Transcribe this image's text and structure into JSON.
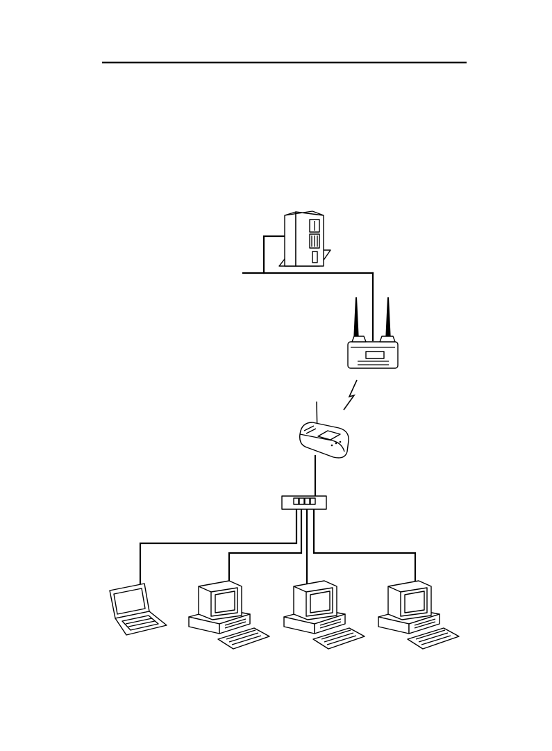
{
  "diagram": {
    "nodes": [
      {
        "id": "server",
        "icon": "tower-server-icon"
      },
      {
        "id": "access-point",
        "icon": "dual-antenna-access-point-icon"
      },
      {
        "id": "wireless-bridge",
        "icon": "single-antenna-wireless-bridge-icon"
      },
      {
        "id": "hub",
        "icon": "four-port-hub-icon",
        "ports": 4
      },
      {
        "id": "laptop",
        "icon": "laptop-icon"
      },
      {
        "id": "desktop-1",
        "icon": "desktop-computer-icon"
      },
      {
        "id": "desktop-2",
        "icon": "desktop-computer-icon"
      },
      {
        "id": "desktop-3",
        "icon": "desktop-computer-icon"
      }
    ],
    "links": [
      {
        "from": "server",
        "to": "wired-backbone",
        "type": "wired"
      },
      {
        "from": "wired-backbone",
        "to": "access-point",
        "type": "wired"
      },
      {
        "from": "access-point",
        "to": "wireless-bridge",
        "type": "wireless"
      },
      {
        "from": "wireless-bridge",
        "to": "hub",
        "type": "wired"
      },
      {
        "from": "hub",
        "to": "laptop",
        "type": "wired"
      },
      {
        "from": "hub",
        "to": "desktop-1",
        "type": "wired"
      },
      {
        "from": "hub",
        "to": "desktop-2",
        "type": "wired"
      },
      {
        "from": "hub",
        "to": "desktop-3",
        "type": "wired"
      }
    ],
    "colors": {
      "line": "#000000",
      "background": "#ffffff"
    }
  }
}
